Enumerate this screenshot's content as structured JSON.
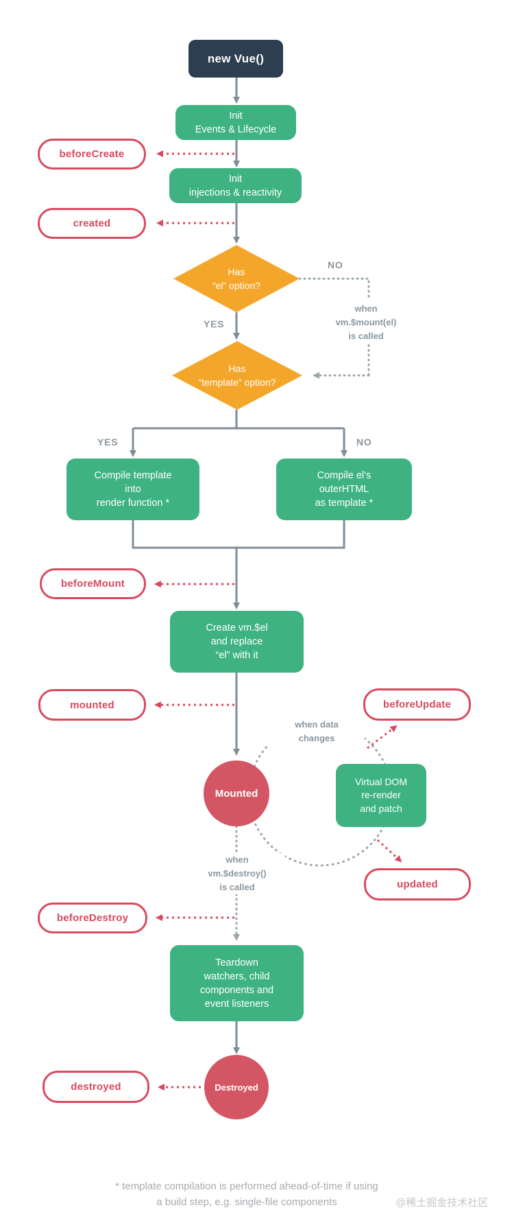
{
  "colors": {
    "navy": "#2d3e50",
    "green": "#3eb381",
    "orange": "#f4a62a",
    "red": "#d9495d",
    "red_fill": "#d45664",
    "gray_line": "#7f8d98",
    "gray_dot": "#9aa6ad",
    "gray_label": "#8b969e"
  },
  "nodes": {
    "new_vue": {
      "label": "new Vue()"
    },
    "init_events": {
      "label": "Init\nEvents & Lifecycle"
    },
    "init_injections": {
      "label": "Init\ninjections & reactivity"
    },
    "has_el": {
      "label": "Has\n“el” option?"
    },
    "has_template": {
      "label": "Has\n“template” option?"
    },
    "compile_template": {
      "label": "Compile template\ninto\nrender function *"
    },
    "compile_el": {
      "label": "Compile el’s\nouterHTML\nas template *"
    },
    "create_vm_el": {
      "label": "Create vm.$el\nand replace\n“el” with it"
    },
    "mounted_state": {
      "label": "Mounted"
    },
    "virtual_dom": {
      "label": "Virtual DOM\nre-render\nand patch"
    },
    "teardown": {
      "label": "Teardown\nwatchers, child\ncomponents and\nevent listeners"
    },
    "destroyed_state": {
      "label": "Destroyed"
    }
  },
  "hooks": {
    "before_create": "beforeCreate",
    "created": "created",
    "before_mount": "beforeMount",
    "mounted": "mounted",
    "before_update": "beforeUpdate",
    "updated": "updated",
    "before_destroy": "beforeDestroy",
    "destroyed": "destroyed"
  },
  "labels": {
    "no_el": "NO",
    "yes_el": "YES",
    "yes_template": "YES",
    "no_template": "NO",
    "when_mount": "when\nvm.$mount(el)\nis called",
    "when_data_changes": "when data\nchanges",
    "when_destroy": "when\nvm.$destroy()\nis called"
  },
  "footer": {
    "note": "* template compilation is performed ahead-of-time if using\na build step, e.g. single-file components"
  },
  "watermark": "@稀土掘金技术社区"
}
